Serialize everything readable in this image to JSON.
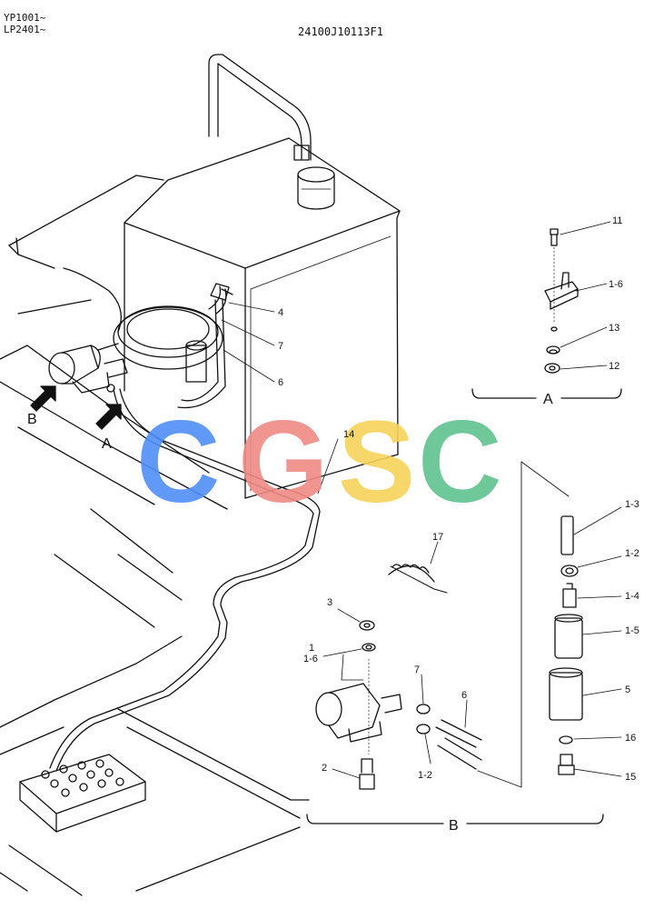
{
  "header": {
    "serial_1": "YP1001~",
    "serial_2": "LP2401~",
    "drawing_number": "24100J10113F1"
  },
  "watermark": {
    "text": "CGSC",
    "colors": [
      "#4f8ff7",
      "#f08a84",
      "#f7d35a",
      "#5fc38f"
    ]
  },
  "callouts": {
    "detail_a": "A",
    "detail_b": "B",
    "arrow_a": "A",
    "arrow_b": "B",
    "p_4": "4",
    "p_7": "7",
    "p_6": "6",
    "p_14": "14",
    "p_11": "11",
    "p_1_6_a": "1-6",
    "p_13": "13",
    "p_12": "12",
    "p_1_3": "1-3",
    "p_1_2": "1-2",
    "p_1_4": "1-4",
    "p_1_5": "1-5",
    "p_5": "5",
    "p_16": "16",
    "p_15": "15",
    "p_17": "17",
    "p_3": "3",
    "p_1": "1",
    "p_1_6_b": "1-6",
    "p_7_b": "7",
    "p_6_b": "6",
    "p_2": "2",
    "p_1_2_b": "1-2"
  }
}
